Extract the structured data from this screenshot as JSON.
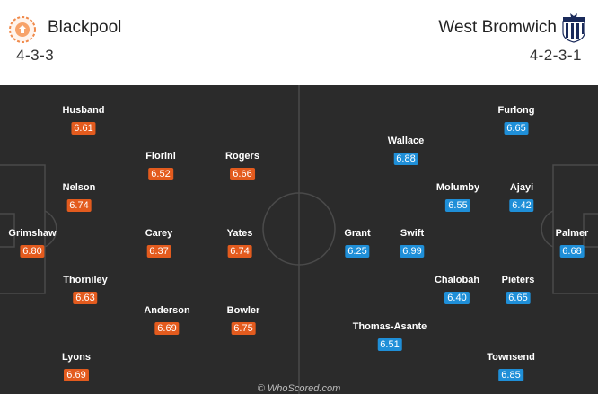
{
  "home": {
    "name": "Blackpool",
    "formation": "4-3-3",
    "logo_icon": "blackpool-crest-icon",
    "color": "#e35b1e",
    "players": [
      {
        "name": "Husband",
        "rating": "6.61"
      },
      {
        "name": "Fiorini",
        "rating": "6.52"
      },
      {
        "name": "Rogers",
        "rating": "6.66"
      },
      {
        "name": "Nelson",
        "rating": "6.74"
      },
      {
        "name": "Grimshaw",
        "rating": "6.80"
      },
      {
        "name": "Carey",
        "rating": "6.37"
      },
      {
        "name": "Yates",
        "rating": "6.74"
      },
      {
        "name": "Thorniley",
        "rating": "6.63"
      },
      {
        "name": "Anderson",
        "rating": "6.69"
      },
      {
        "name": "Bowler",
        "rating": "6.75"
      },
      {
        "name": "Lyons",
        "rating": "6.69"
      }
    ]
  },
  "away": {
    "name": "West Bromwich",
    "formation": "4-2-3-1",
    "logo_icon": "west-bromwich-albion-crest-icon",
    "color": "#1f8fd8",
    "players": [
      {
        "name": "Furlong",
        "rating": "6.65"
      },
      {
        "name": "Wallace",
        "rating": "6.88"
      },
      {
        "name": "Molumby",
        "rating": "6.55"
      },
      {
        "name": "Ajayi",
        "rating": "6.42"
      },
      {
        "name": "Grant",
        "rating": "6.25"
      },
      {
        "name": "Swift",
        "rating": "6.99"
      },
      {
        "name": "Palmer",
        "rating": "6.68"
      },
      {
        "name": "Chalobah",
        "rating": "6.40"
      },
      {
        "name": "Pieters",
        "rating": "6.65"
      },
      {
        "name": "Thomas-Asante",
        "rating": "6.51"
      },
      {
        "name": "Townsend",
        "rating": "6.85"
      }
    ]
  },
  "watermark": "© WhoScored.com"
}
